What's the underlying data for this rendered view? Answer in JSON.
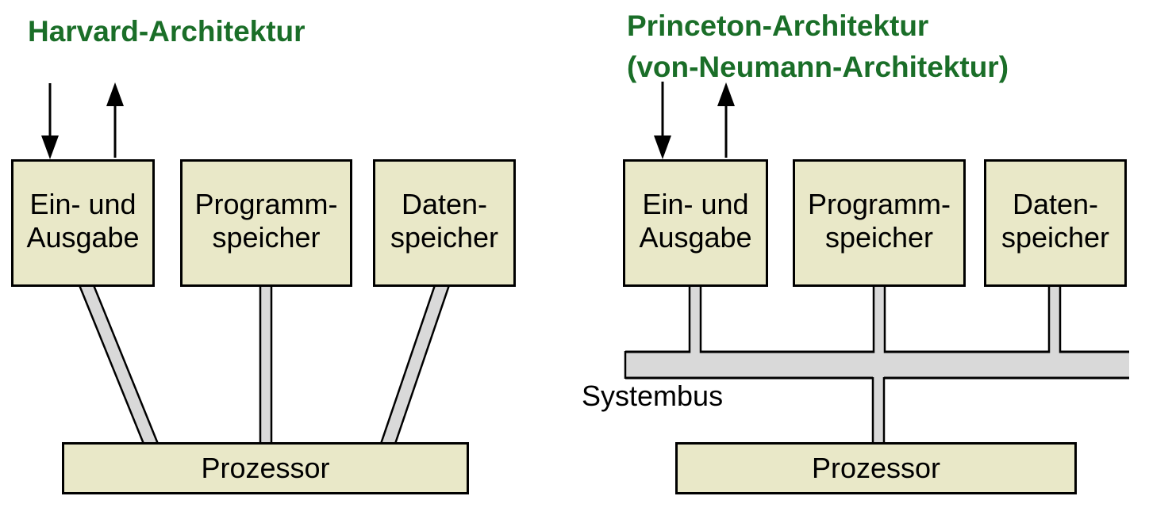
{
  "palette": {
    "title_color": "#1a6e28",
    "box_fill": "#e9e8c8",
    "connector_fill": "#d9d9d9",
    "outline": "#000000"
  },
  "harvard": {
    "title": "Harvard-Architektur",
    "io_box": "Ein- und\nAusgabe",
    "program_box": "Programm-\nspeicher",
    "data_box": "Daten-\nspeicher",
    "processor_box": "Prozessor"
  },
  "princeton": {
    "title_line1": "Princeton-Architektur",
    "title_line2": "(von-Neumann-Architektur)",
    "io_box": "Ein- und\nAusgabe",
    "program_box": "Programm-\nspeicher",
    "data_box": "Daten-\nspeicher",
    "bus_label": "Systembus",
    "processor_box": "Prozessor"
  }
}
